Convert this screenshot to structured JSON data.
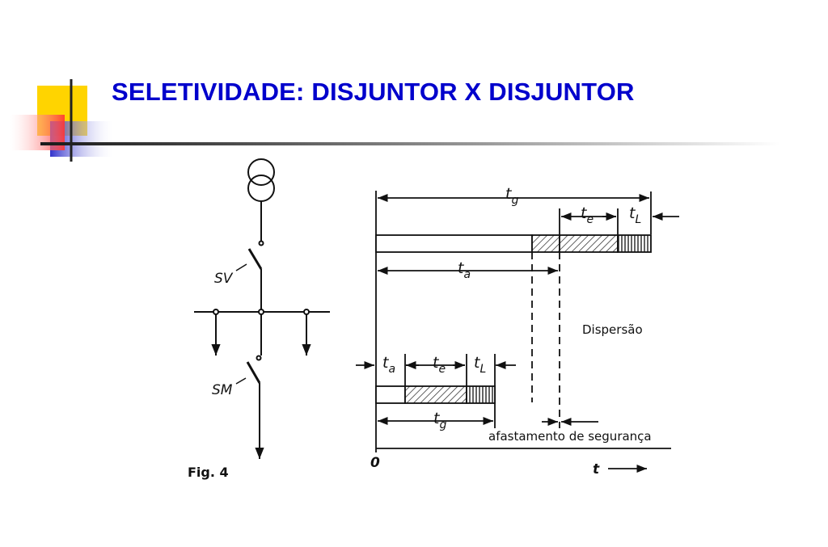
{
  "slide": {
    "title": "SELETIVIDADE: DISJUNTOR X DISJUNTOR",
    "title_color": "#0000cc"
  },
  "logo": {
    "colors": {
      "yellow": "#ffd400",
      "red": "#ff3333",
      "blue": "#3333cc"
    }
  },
  "figure": {
    "caption": "Fig. 4",
    "single_line": {
      "breaker_upper": "SV",
      "breaker_lower": "SM"
    },
    "timing": {
      "upper": {
        "tg": "t",
        "tg_sub": "g",
        "ta": "t",
        "ta_sub": "a",
        "te": "t",
        "te_sub": "e",
        "tl": "t",
        "tl_sub": "L"
      },
      "lower": {
        "ta": "t",
        "ta_sub": "a",
        "te": "t",
        "te_sub": "e",
        "tl": "t",
        "tl_sub": "L",
        "tg": "t",
        "tg_sub": "g"
      },
      "dispersion_label": "Dispersão",
      "safety_label": "afastamento de segurança",
      "origin_label": "0",
      "time_axis_label": "t"
    }
  }
}
